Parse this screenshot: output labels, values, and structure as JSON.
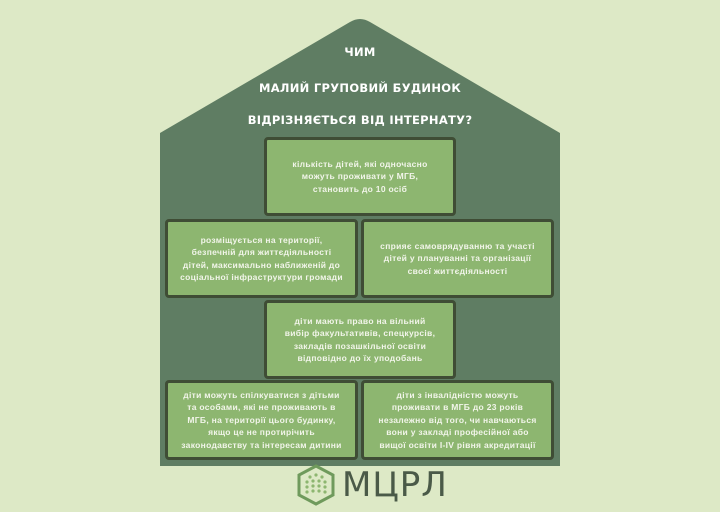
{
  "title": {
    "line1": "ЧИМ",
    "line2": "МАЛИЙ ГРУПОВИЙ БУДИНОК",
    "line3": "ВІДРІЗНЯЄТЬСЯ ВІД ІНТЕРНАТУ?"
  },
  "boxes": [
    "кількість дітей, які одночасно\nможуть проживати у МГБ,\nстановить до 10 осіб",
    "розміщується на території,\nбезпечній для життєдіяльності\nдітей, максимально наближеній до\nсоціальної інфраструктури громади",
    "сприяє самоврядуванню та участі\nдітей у плануванні та організації\nсвоєї життєдіяльності",
    "діти мають право на вільний\nвибір факультативів, спецкурсів,\nзакладів позашкільної освіти\nвідповідно до їх уподобань",
    "діти можуть спілкуватися з дітьми\nта особами, які не проживають в\nМГБ, на території цього будинку,\nякщо це не протирічить\nзаконодавству та інтересам дитини",
    "діти з інвалідністю можуть\nпроживати в МГБ до 23 років\nнезалежно від того, чи навчаються\nвони у закладі професійної або\nвищої освіти I-IV рівня акредитації"
  ],
  "logo": {
    "text": "МЦРЛ"
  },
  "colors": {
    "background": "#dde9c6",
    "house": "#5f7d63",
    "box": "#8db670",
    "border": "#3f4d35"
  }
}
